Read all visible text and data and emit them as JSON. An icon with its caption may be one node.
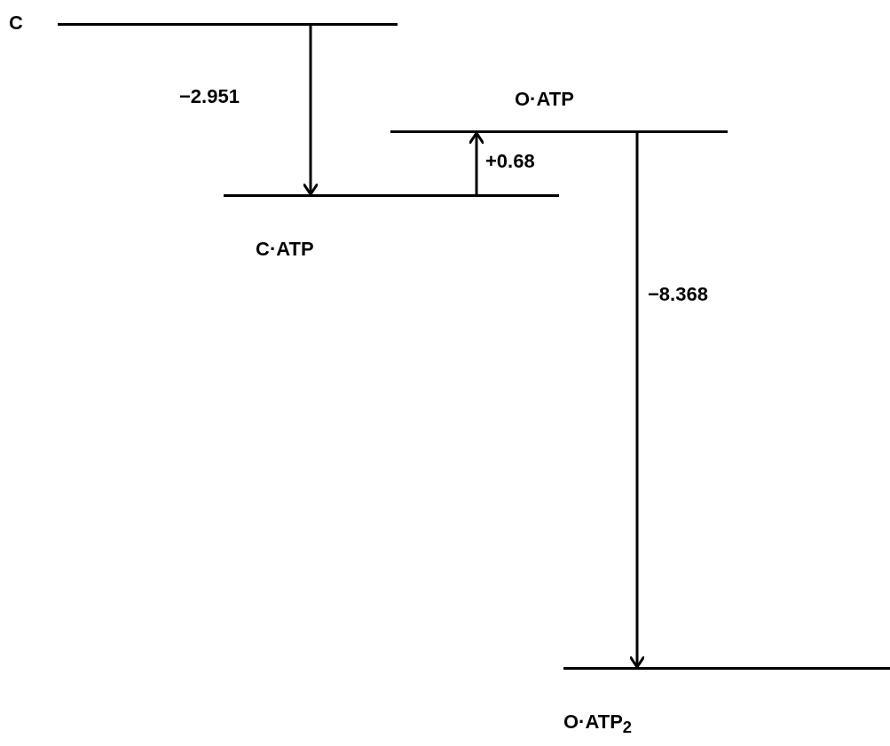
{
  "diagram": {
    "nodes": [
      {
        "text": [
          "C"
        ]
      },
      {
        "text": [
          "C·ATP"
        ]
      },
      {
        "text": [
          "O·ATP"
        ]
      },
      {
        "text": [
          "O·ATP$_{2}$"
        ]
      }
    ],
    "edges": [
      {
        "from": 0,
        "to": 1,
        "arrow": "to",
        "label": "−2.951"
      },
      {
        "from": 1,
        "to": 2,
        "arrow": "to",
        "label": "+0.68"
      },
      {
        "from": 2,
        "to": 3,
        "arrow": "to",
        "label": "−8.368"
      }
    ]
  }
}
